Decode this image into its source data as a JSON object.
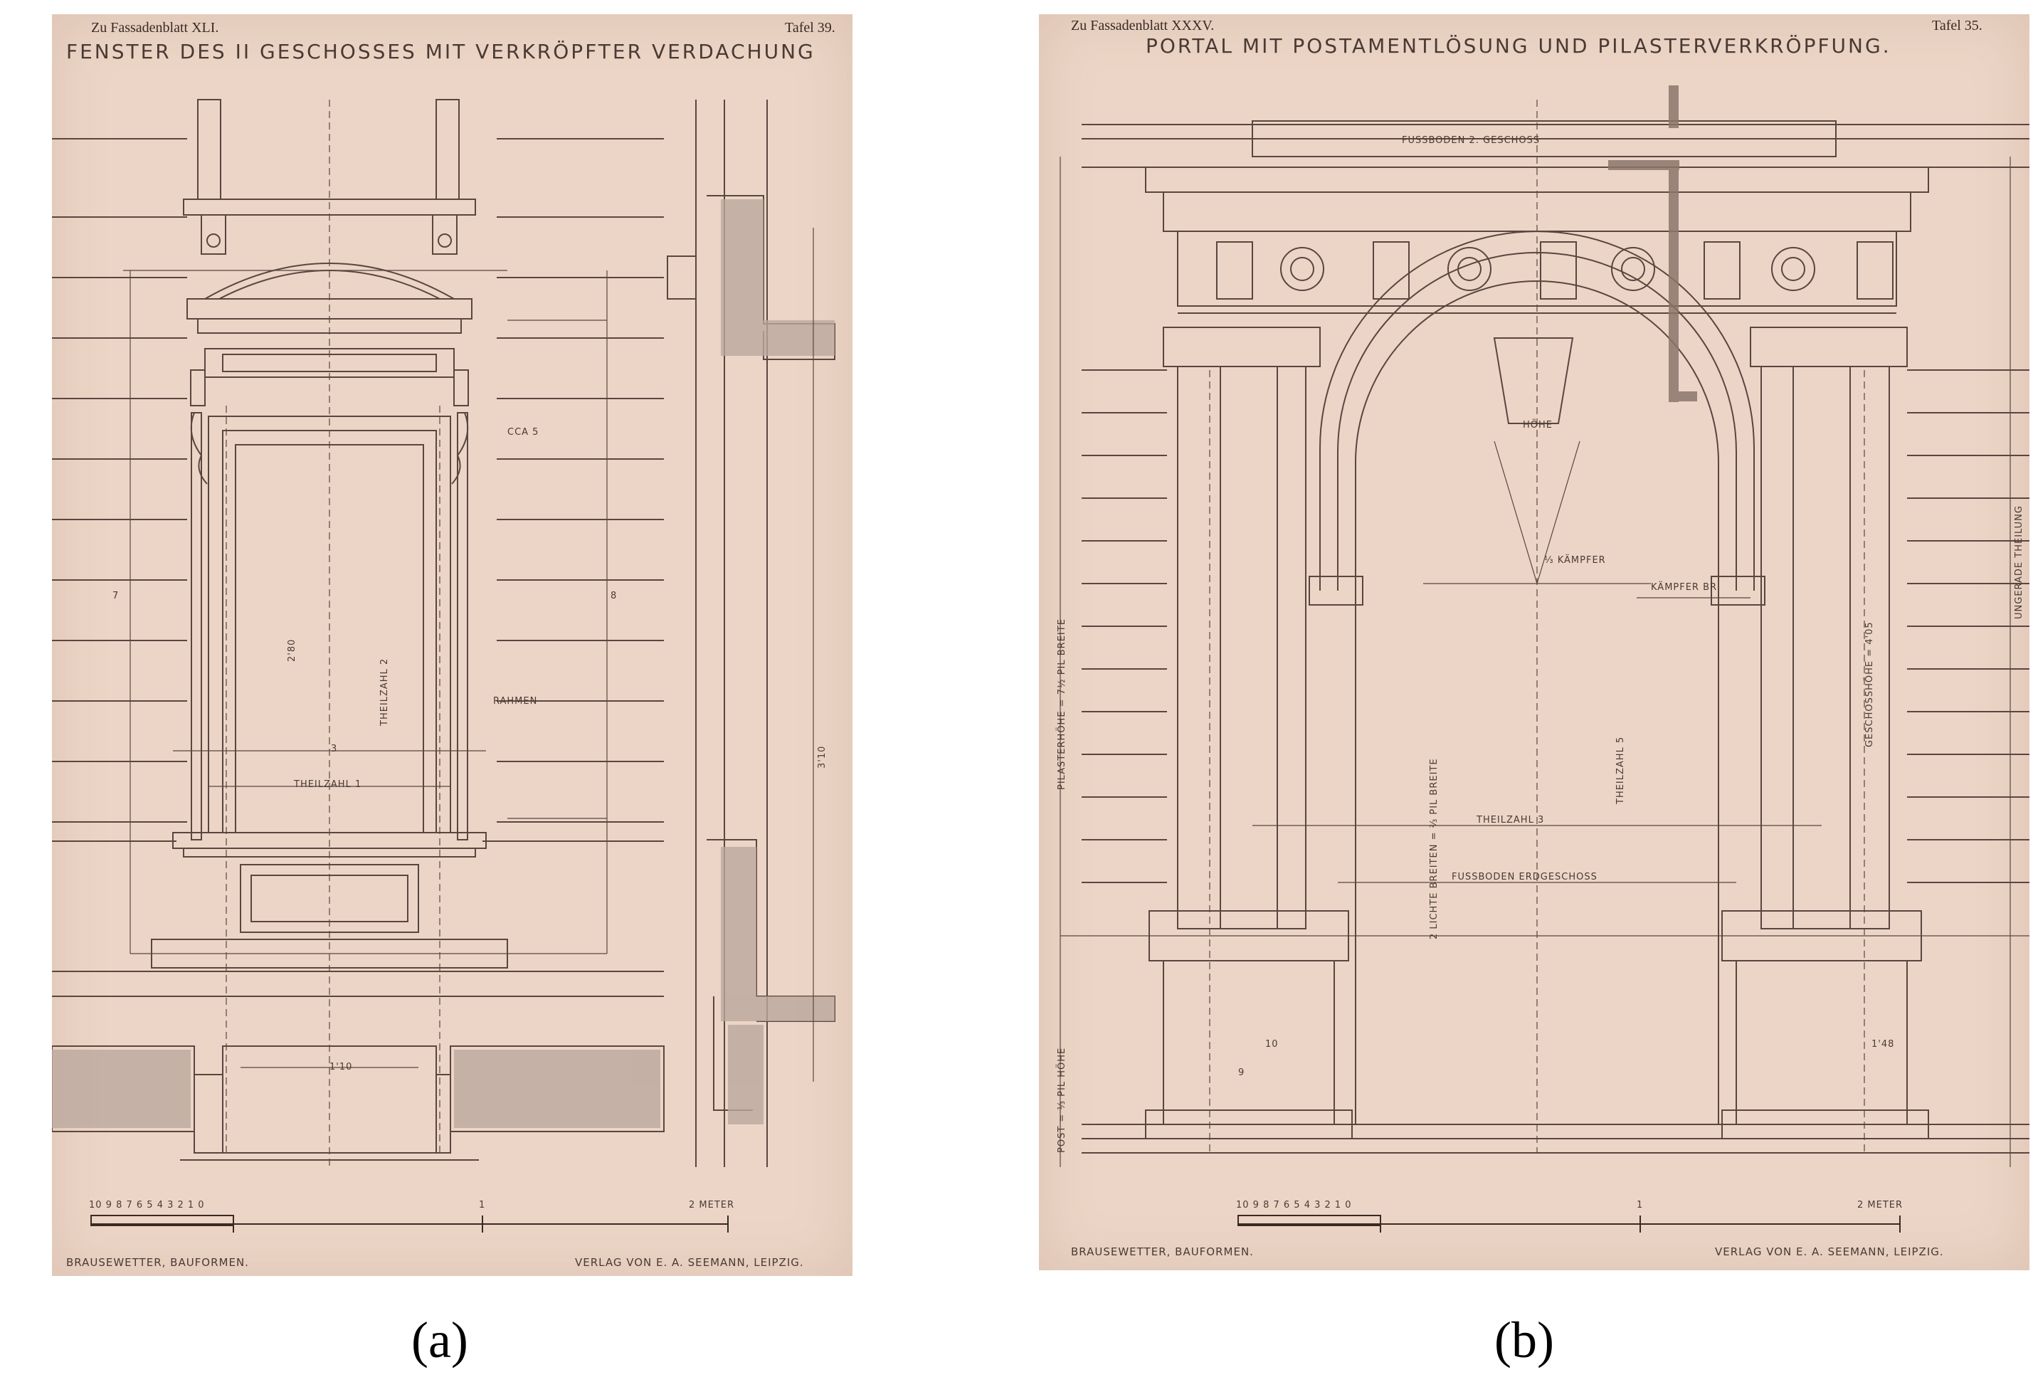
{
  "plate_a": {
    "header_left": "Zu Fassadenblatt XLI.",
    "header_right": "Tafel 39.",
    "title": "FENSTER DES II GESCHOSSES MIT VERKRÖPFTER VERDACHUNG",
    "footer_left": "BRAUSEWETTER, BAUFORMEN.",
    "footer_right": "VERLAG VON E. A. SEEMANN, LEIPZIG.",
    "scale_label": "2 METER",
    "scale_ticks": "10 9 8 7 6 5 4 3 2 1 0",
    "scale_mid": "1",
    "dims": {
      "teilzahl_2": "THEILZAHL 2",
      "teilzahl_1": "THEILZAHL 1",
      "ca5": "CCA 5",
      "rahmen": "RAHMEN",
      "d240": "2'80",
      "d310": "3'10",
      "d110": "1'10",
      "d7": "7",
      "d3": "3",
      "d8": "8"
    }
  },
  "plate_b": {
    "header_left": "Zu Fassadenblatt XXXV.",
    "header_right": "Tafel 35.",
    "title": "PORTAL MIT POSTAMENTLÖSUNG UND PILASTERVERKRÖPFUNG.",
    "footer_left": "BRAUSEWETTER, BAUFORMEN.",
    "footer_right": "VERLAG VON E. A. SEEMANN, LEIPZIG.",
    "scale_label": "2 METER",
    "scale_ticks": "10 9 8 7 6 5 4 3 2 1 0",
    "scale_mid": "1",
    "dims": {
      "fussboden_2": "FUSSBODEN 2. GESCHOSS",
      "fussboden_erd": "FUSSBODEN ERDGESCHOSS",
      "teilzahl_3": "THEILZAHL 3",
      "teilzahl_5": "THEILZAHL 5",
      "lichte": "2 LICHTE BREITEN = ⅔ PIL BREITE",
      "pilasterhoehe": "PILASTERHÖHE = 7½ PIL BREITE",
      "geschosshoehe": "GESCHOSSHÖHE = 4'05",
      "ungerade": "UNGERADE THEILUNG",
      "post": "POST = ⅓ PIL HÖHE",
      "kaempfer": "⅓ KÄMPFER",
      "kaempfer_br": "KÄMPFER BR.",
      "hoehe": "HÖHE",
      "d148": "1'48",
      "d10": "10",
      "d9": "9"
    }
  },
  "captions": {
    "a": "(a)",
    "b": "(b)"
  }
}
